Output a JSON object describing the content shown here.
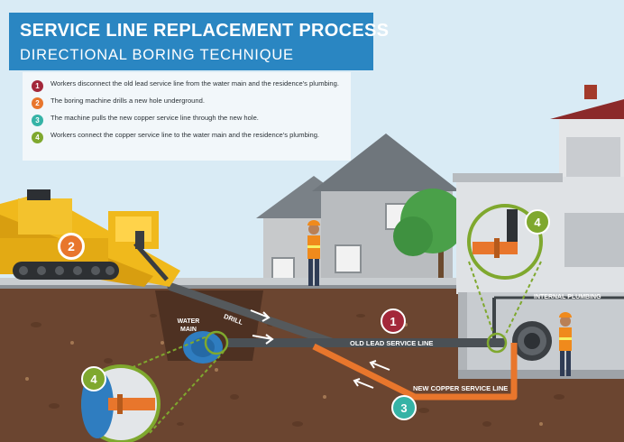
{
  "header": {
    "title": "SERVICE LINE REPLACEMENT PROCESS",
    "subtitle": "DIRECTIONAL BORING TECHNIQUE"
  },
  "steps": [
    {
      "number": "1",
      "color": "#a3283a",
      "text": "Workers disconnect the old lead service line from the water main and the residence's plumbing."
    },
    {
      "number": "2",
      "color": "#e8762c",
      "text": "The boring machine drills a new hole underground."
    },
    {
      "number": "3",
      "color": "#35b3a6",
      "text": "The machine pulls the new copper service line through the new hole."
    },
    {
      "number": "4",
      "color": "#7fa82e",
      "text": "Workers connect the copper service line to the water main and the residence's plumbing."
    }
  ],
  "labels": {
    "drill": "DRILL",
    "water_main_line1": "WATER",
    "water_main_line2": "MAIN",
    "old_lead_line": "OLD LEAD SERVICE LINE",
    "new_copper_line": "NEW COPPER SERVICE LINE",
    "internal_plumbing": "INTERNAL PLUMBING"
  },
  "badges": {
    "machine": "2",
    "old_line": "1",
    "new_line": "3",
    "house_connection": "4",
    "main_connection": "4"
  },
  "colors": {
    "header_blue": "#2a86c2",
    "step1": "#a3283a",
    "step2": "#e8762c",
    "step3": "#35b3a6",
    "step4": "#7fa82e",
    "copper": "#e8762c",
    "soil": "#6b4530",
    "machine_yellow": "#f0b91c"
  }
}
